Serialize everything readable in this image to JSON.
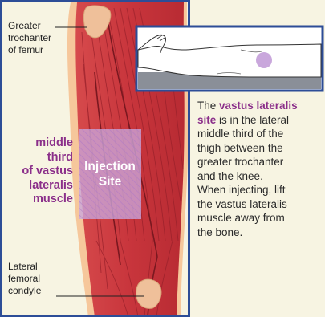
{
  "labels": {
    "greater_trochanter": [
      "Greater",
      "trochanter",
      "of femur"
    ],
    "middle_third": [
      "middle",
      "third",
      "of vastus",
      "lateralis",
      "muscle"
    ],
    "injection_site": [
      "Injection",
      "Site"
    ],
    "lateral_condyle": [
      "Lateral",
      "femoral",
      "condyle"
    ]
  },
  "description": {
    "lines": [
      {
        "normal": "The ",
        "bold": "vastus lateralis"
      },
      {
        "bold": "site",
        "normal": " is in the lateral"
      },
      {
        "normal": "middle third of the"
      },
      {
        "normal": "thigh between the"
      },
      {
        "normal": "greater trochanter"
      },
      {
        "normal": "and the knee."
      },
      {
        "normal": "When injecting, lift"
      },
      {
        "normal": "the vastus lateralis"
      },
      {
        "normal": "muscle away from"
      },
      {
        "normal": "the bone."
      }
    ]
  },
  "colors": {
    "frame": "#2d4d97",
    "background": "#f7f4e2",
    "muscle": "#c8353c",
    "muscle_dark": "#a0232b",
    "skin": "#f6c79b",
    "bone": "#efc09a",
    "injection_zone": "#c9a7dc",
    "accent_text": "#8b2f8a"
  }
}
